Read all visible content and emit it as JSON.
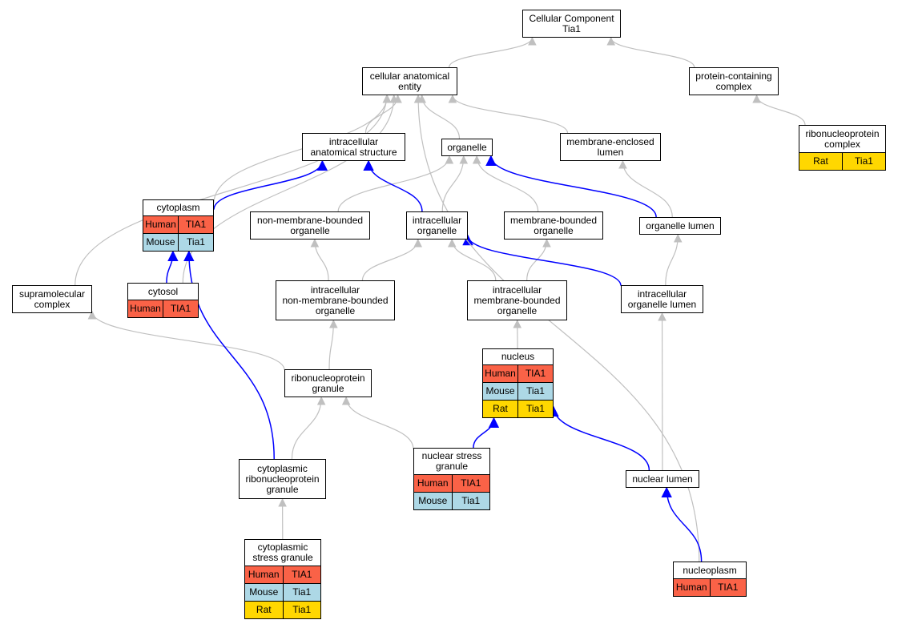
{
  "colors": {
    "human": "#fa6247",
    "mouse": "#add8e6",
    "rat": "#ffd700",
    "part_of_edge": "#0000ff",
    "is_a_edge": "#c0c0c0"
  },
  "nodes": {
    "root": {
      "label": "Cellular Component\nTia1",
      "rows": []
    },
    "cae": {
      "label": "cellular anatomical\nentity",
      "rows": []
    },
    "pcc": {
      "label": "protein-containing\ncomplex",
      "rows": []
    },
    "rnpc": {
      "label": "ribonucleoprotein\ncomplex",
      "rows": [
        {
          "species": "Rat",
          "gene": "Tia1"
        }
      ]
    },
    "ias": {
      "label": "intracellular\nanatomical structure",
      "rows": []
    },
    "org": {
      "label": "organelle",
      "rows": []
    },
    "mel": {
      "label": "membrane-enclosed\nlumen",
      "rows": []
    },
    "cyto": {
      "label": "cytoplasm",
      "rows": [
        {
          "species": "Human",
          "gene": "TIA1"
        },
        {
          "species": "Mouse",
          "gene": "Tia1"
        }
      ]
    },
    "nmbo": {
      "label": "non-membrane-bounded\norganelle",
      "rows": []
    },
    "io": {
      "label": "intracellular\norganelle",
      "rows": []
    },
    "mbo": {
      "label": "membrane-bounded\norganelle",
      "rows": []
    },
    "ol": {
      "label": "organelle lumen",
      "rows": []
    },
    "smc": {
      "label": "supramolecular\ncomplex",
      "rows": []
    },
    "cytosol": {
      "label": "cytosol",
      "rows": [
        {
          "species": "Human",
          "gene": "TIA1"
        }
      ]
    },
    "inmbo": {
      "label": "intracellular\nnon-membrane-bounded\norganelle",
      "rows": []
    },
    "imbo": {
      "label": "intracellular\nmembrane-bounded\norganelle",
      "rows": []
    },
    "iol": {
      "label": "intracellular\norganelle lumen",
      "rows": []
    },
    "nucleus": {
      "label": "nucleus",
      "rows": [
        {
          "species": "Human",
          "gene": "TIA1"
        },
        {
          "species": "Mouse",
          "gene": "Tia1"
        },
        {
          "species": "Rat",
          "gene": "Tia1"
        }
      ]
    },
    "rnpg": {
      "label": "ribonucleoprotein\ngranule",
      "rows": []
    },
    "crnpg": {
      "label": "cytoplasmic\nribonucleoprotein\ngranule",
      "rows": []
    },
    "nsg": {
      "label": "nuclear stress\ngranule",
      "rows": [
        {
          "species": "Human",
          "gene": "TIA1"
        },
        {
          "species": "Mouse",
          "gene": "Tia1"
        }
      ]
    },
    "nl": {
      "label": "nuclear lumen",
      "rows": []
    },
    "csg": {
      "label": "cytoplasmic\nstress granule",
      "rows": [
        {
          "species": "Human",
          "gene": "TIA1"
        },
        {
          "species": "Mouse",
          "gene": "Tia1"
        },
        {
          "species": "Rat",
          "gene": "Tia1"
        }
      ]
    },
    "np": {
      "label": "nucleoplasm",
      "rows": [
        {
          "species": "Human",
          "gene": "TIA1"
        }
      ]
    }
  },
  "edges": [
    {
      "from": "cae",
      "to": "root",
      "type": "is_a"
    },
    {
      "from": "pcc",
      "to": "root",
      "type": "is_a"
    },
    {
      "from": "rnpc",
      "to": "pcc",
      "type": "is_a"
    },
    {
      "from": "ias",
      "to": "cae",
      "type": "is_a"
    },
    {
      "from": "org",
      "to": "cae",
      "type": "is_a"
    },
    {
      "from": "mel",
      "to": "cae",
      "type": "is_a"
    },
    {
      "from": "cyto",
      "to": "cae",
      "type": "is_a"
    },
    {
      "from": "cyto",
      "to": "ias",
      "type": "part_of"
    },
    {
      "from": "smc",
      "to": "cae",
      "type": "is_a"
    },
    {
      "from": "cytosol",
      "to": "cae",
      "type": "is_a"
    },
    {
      "from": "cytosol",
      "to": "cyto",
      "type": "part_of"
    },
    {
      "from": "nmbo",
      "to": "org",
      "type": "is_a"
    },
    {
      "from": "io",
      "to": "org",
      "type": "is_a"
    },
    {
      "from": "io",
      "to": "ias",
      "type": "part_of"
    },
    {
      "from": "mbo",
      "to": "org",
      "type": "is_a"
    },
    {
      "from": "ol",
      "to": "mel",
      "type": "is_a"
    },
    {
      "from": "ol",
      "to": "org",
      "type": "part_of"
    },
    {
      "from": "inmbo",
      "to": "nmbo",
      "type": "is_a"
    },
    {
      "from": "inmbo",
      "to": "io",
      "type": "is_a"
    },
    {
      "from": "imbo",
      "to": "io",
      "type": "is_a"
    },
    {
      "from": "imbo",
      "to": "mbo",
      "type": "is_a"
    },
    {
      "from": "iol",
      "to": "ol",
      "type": "is_a"
    },
    {
      "from": "iol",
      "to": "io",
      "type": "part_of"
    },
    {
      "from": "nucleus",
      "to": "imbo",
      "type": "is_a"
    },
    {
      "from": "rnpg",
      "to": "inmbo",
      "type": "is_a"
    },
    {
      "from": "rnpg",
      "to": "smc",
      "type": "is_a"
    },
    {
      "from": "crnpg",
      "to": "rnpg",
      "type": "is_a"
    },
    {
      "from": "crnpg",
      "to": "cyto",
      "type": "part_of"
    },
    {
      "from": "nsg",
      "to": "rnpg",
      "type": "is_a"
    },
    {
      "from": "nsg",
      "to": "nucleus",
      "type": "part_of"
    },
    {
      "from": "nl",
      "to": "iol",
      "type": "is_a"
    },
    {
      "from": "nl",
      "to": "nucleus",
      "type": "part_of"
    },
    {
      "from": "csg",
      "to": "crnpg",
      "type": "is_a"
    },
    {
      "from": "np",
      "to": "cae",
      "type": "is_a"
    },
    {
      "from": "np",
      "to": "nl",
      "type": "part_of"
    }
  ]
}
